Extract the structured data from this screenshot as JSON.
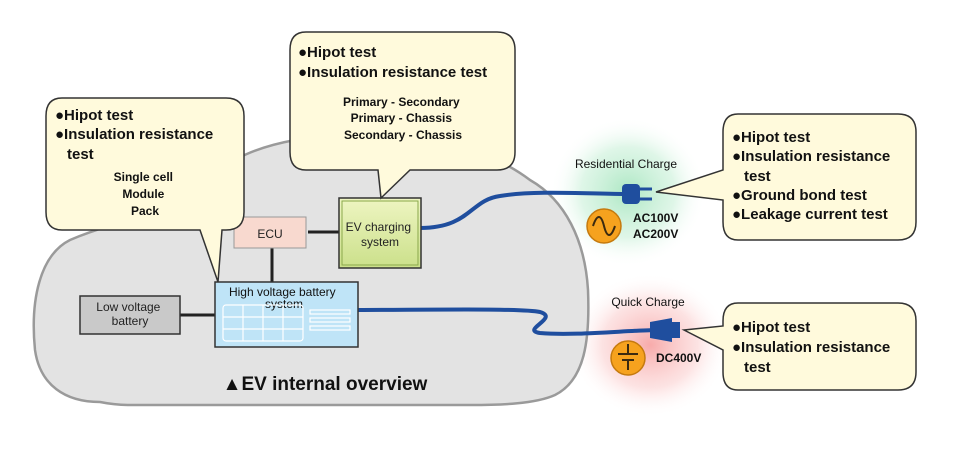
{
  "callouts": {
    "battery": {
      "bullets": [
        "●Hipot test",
        "●Insulation resistance",
        "test"
      ],
      "items": [
        "Single cell",
        "Module",
        "Pack"
      ]
    },
    "charger": {
      "bullets": [
        "●Hipot test",
        "●Insulation resistance test"
      ],
      "items": [
        "Primary - Secondary",
        "Primary - Chassis",
        "Secondary - Chassis"
      ]
    },
    "residential": {
      "bullets": [
        "●Hipot test",
        "●Insulation resistance",
        "test",
        "●Ground bond test",
        "●Leakage current test"
      ]
    },
    "quick": {
      "bullets": [
        "●Hipot test",
        "●Insulation resistance",
        "test"
      ]
    }
  },
  "components": {
    "ecu": "ECU",
    "ev_charging": [
      "EV charging",
      "system"
    ],
    "hv_battery": [
      "High voltage battery",
      "system"
    ],
    "lv_battery": [
      "Low voltage",
      "battery"
    ]
  },
  "charging": {
    "residential_label": "Residential Charge",
    "residential_voltages": [
      "AC100V",
      "AC200V"
    ],
    "quick_label": "Quick Charge",
    "quick_voltage": "DC400V"
  },
  "caption": "▲EV internal overview",
  "colors": {
    "callout_fill": "#fffadc",
    "car_fill": "#e3e3e3",
    "cable": "#1f4e9e",
    "ac_icon": "#f6a21e",
    "dc_icon": "#f6a21e",
    "residential_glow": "#a8e6c0",
    "quick_glow": "#f7a6a6"
  }
}
